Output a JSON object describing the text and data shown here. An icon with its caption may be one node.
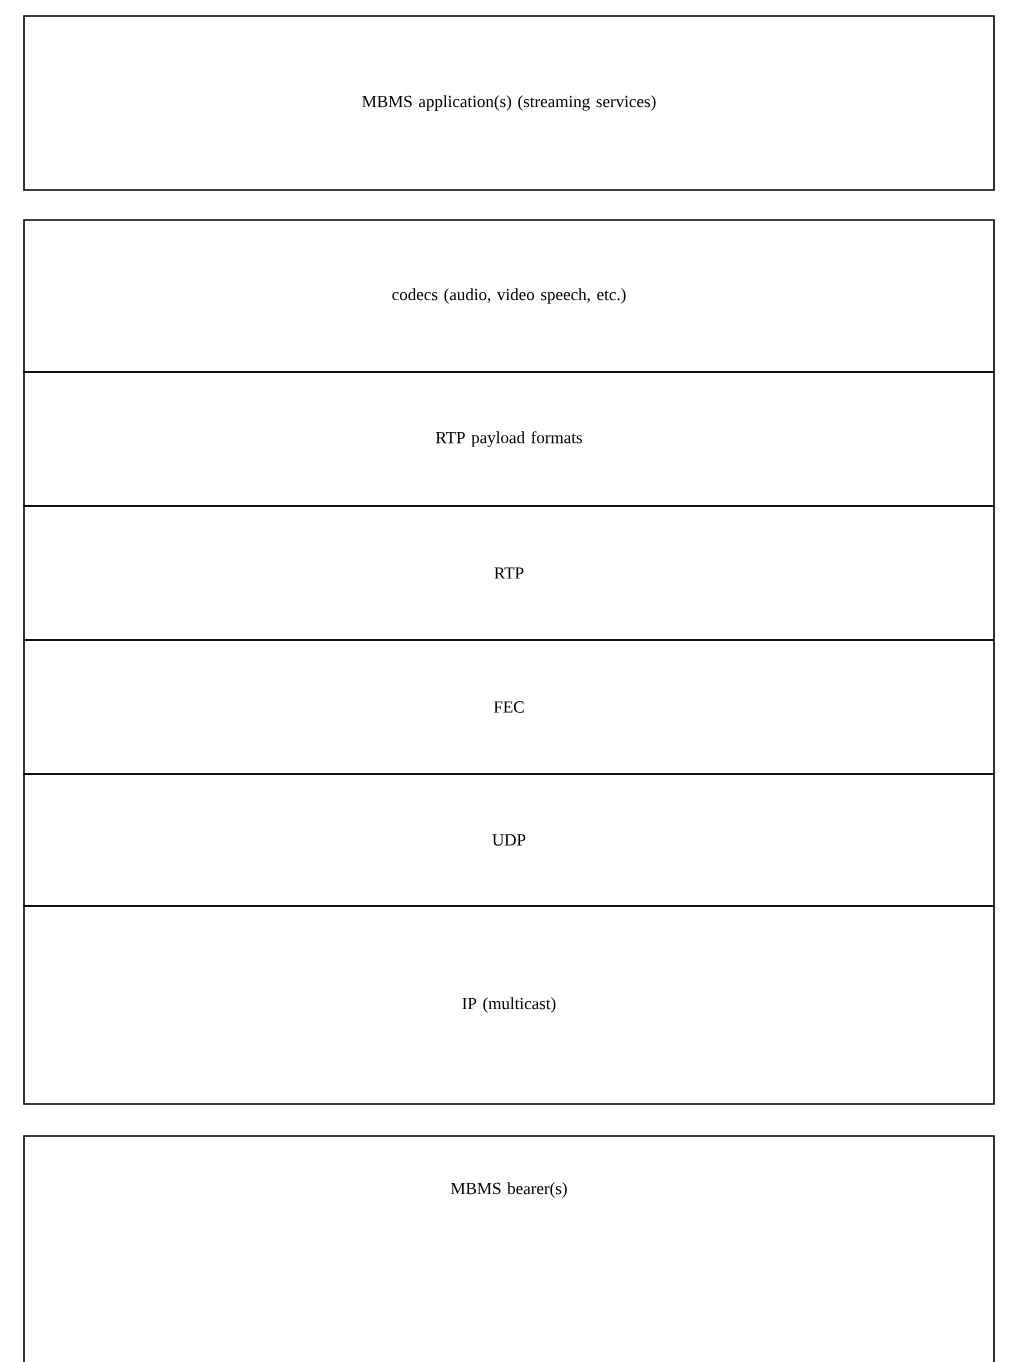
{
  "diagram": {
    "nodes": [
      {
        "text": [
          "MBMS application(s) (streaming services)"
        ]
      },
      {
        "text": [
          "codecs (audio, video speech, etc.)"
        ]
      },
      {
        "text": [
          "RTP payload formats"
        ]
      },
      {
        "text": [
          "RTP"
        ]
      },
      {
        "text": [
          "FEC"
        ]
      },
      {
        "text": [
          "UDP"
        ]
      },
      {
        "text": [
          "IP (multicast)"
        ]
      },
      {
        "text": [
          "MBMS bearer(s)"
        ]
      }
    ]
  }
}
